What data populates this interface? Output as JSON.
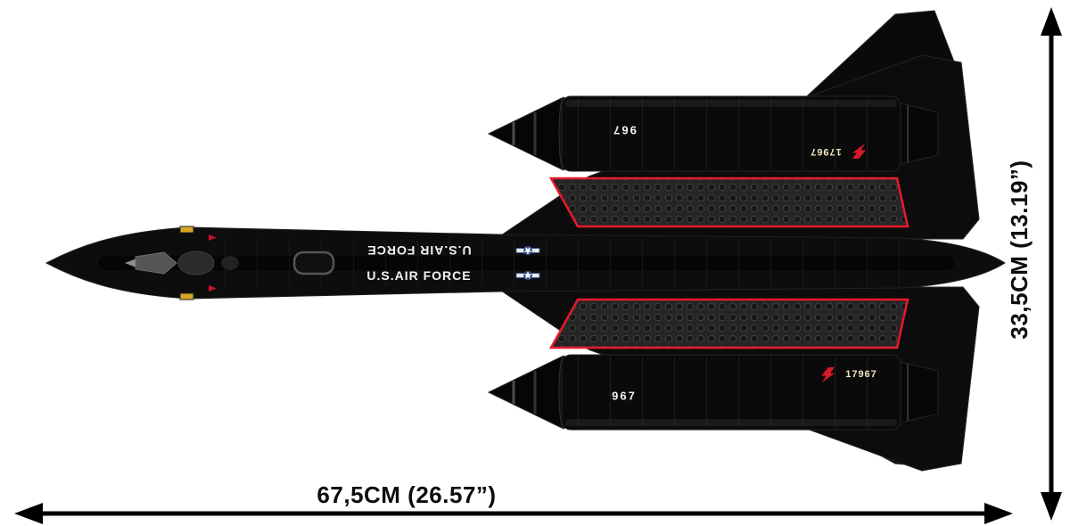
{
  "dimensions": {
    "width": "67,5CM (26.57”)",
    "height": "33,5CM (13.19”)"
  },
  "markings": {
    "airforce_top": "U.S.AIR FORCE",
    "airforce_bottom": "U.S.AIR FORCE",
    "nacelle_top": "967",
    "nacelle_bottom": "967",
    "fin_top": "17967",
    "fin_bottom": "17967"
  },
  "colors": {
    "background": "#ffffff",
    "aircraft_black": "#0c0c0c",
    "accent_red": "#e8192c",
    "dimension_line": "#000000"
  }
}
